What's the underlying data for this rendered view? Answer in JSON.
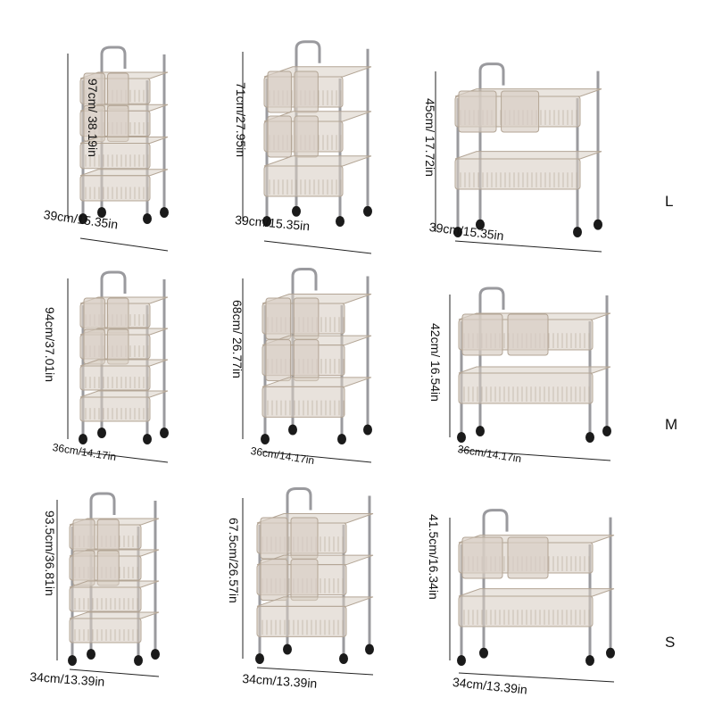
{
  "sizes": {
    "L": {
      "label": "L",
      "four_tier": {
        "height": "97cm/ 38.19in",
        "width": "39cm/15.35in"
      },
      "three_tier": {
        "height": "71cm/27.95in",
        "width": "39cm/15.35in"
      },
      "two_tier": {
        "height": "45cm/ 17.72in",
        "width": "39cm/15.35in"
      }
    },
    "M": {
      "label": "M",
      "four_tier": {
        "height": "94cm/37.01in",
        "width": "36cm/14.17in"
      },
      "three_tier": {
        "height": "68cm/ 26.77in",
        "width": "36cm/14.17in"
      },
      "two_tier": {
        "height": "42cm/ 16.54in",
        "width": "36cm/14.17in"
      }
    },
    "S": {
      "label": "S",
      "four_tier": {
        "height": "93.5cm/36.81in",
        "width": "34cm/13.39in"
      },
      "three_tier": {
        "height": "67.5cm/26.57in",
        "width": "34cm/13.39in"
      },
      "two_tier": {
        "height": "41.5cm/16.34in",
        "width": "34cm/13.39in"
      }
    }
  },
  "colors": {
    "frame": "#9a9a9e",
    "tray_fill": "#d9cfc4",
    "tray_edge": "#b3a595",
    "wheel": "#1a1a1a",
    "dim_line": "#222222"
  }
}
